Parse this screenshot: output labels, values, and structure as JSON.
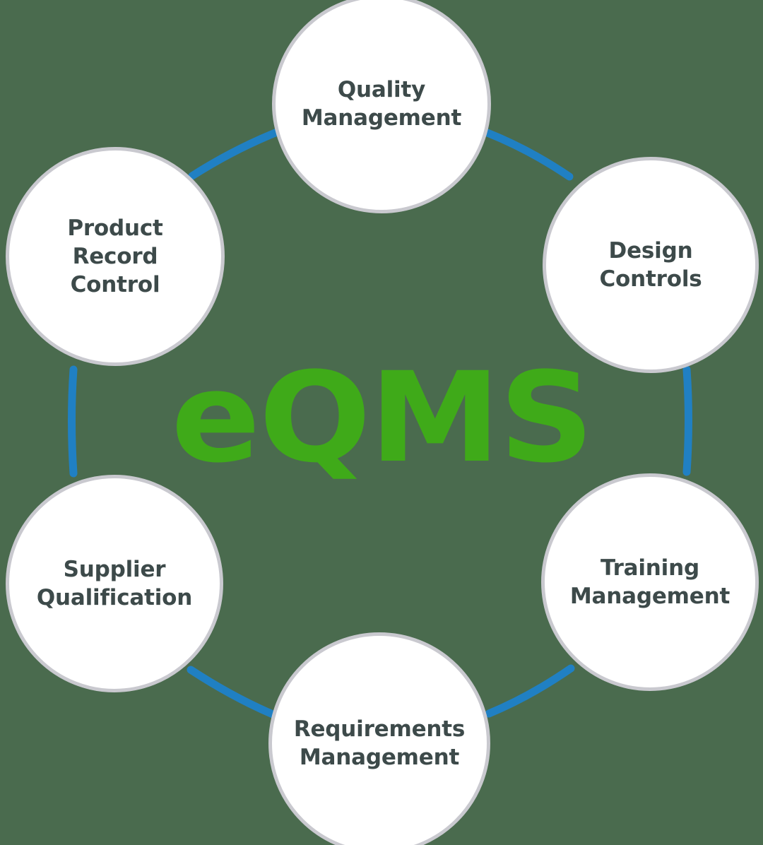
{
  "diagram": {
    "title": "eQMS",
    "type": "cycle-hexagon",
    "center_label": "eQMS",
    "colors": {
      "background": "#4a6b4e",
      "node_fill": "#ffffff",
      "node_border": "#c9c9cf",
      "connector": "#2080c3",
      "center_text": "#3faa19",
      "node_text": "#3d4a4a"
    },
    "nodes": [
      {
        "id": "quality-management",
        "label": "Quality\nManagement",
        "position": "top"
      },
      {
        "id": "design-controls",
        "label": "Design\nControls",
        "position": "top-right"
      },
      {
        "id": "training-management",
        "label": "Training\nManagement",
        "position": "bottom-right"
      },
      {
        "id": "requirements-management",
        "label": "Requirements\nManagement",
        "position": "bottom"
      },
      {
        "id": "supplier-qualification",
        "label": "Supplier\nQualification",
        "position": "bottom-left"
      },
      {
        "id": "product-record-control",
        "label": "Product\nRecord\nControl",
        "position": "top-left"
      }
    ],
    "connectors": [
      {
        "from": "product-record-control",
        "to": "quality-management"
      },
      {
        "from": "quality-management",
        "to": "design-controls"
      },
      {
        "from": "design-controls",
        "to": "training-management"
      },
      {
        "from": "training-management",
        "to": "requirements-management"
      },
      {
        "from": "requirements-management",
        "to": "supplier-qualification"
      },
      {
        "from": "supplier-qualification",
        "to": "product-record-control"
      }
    ]
  }
}
